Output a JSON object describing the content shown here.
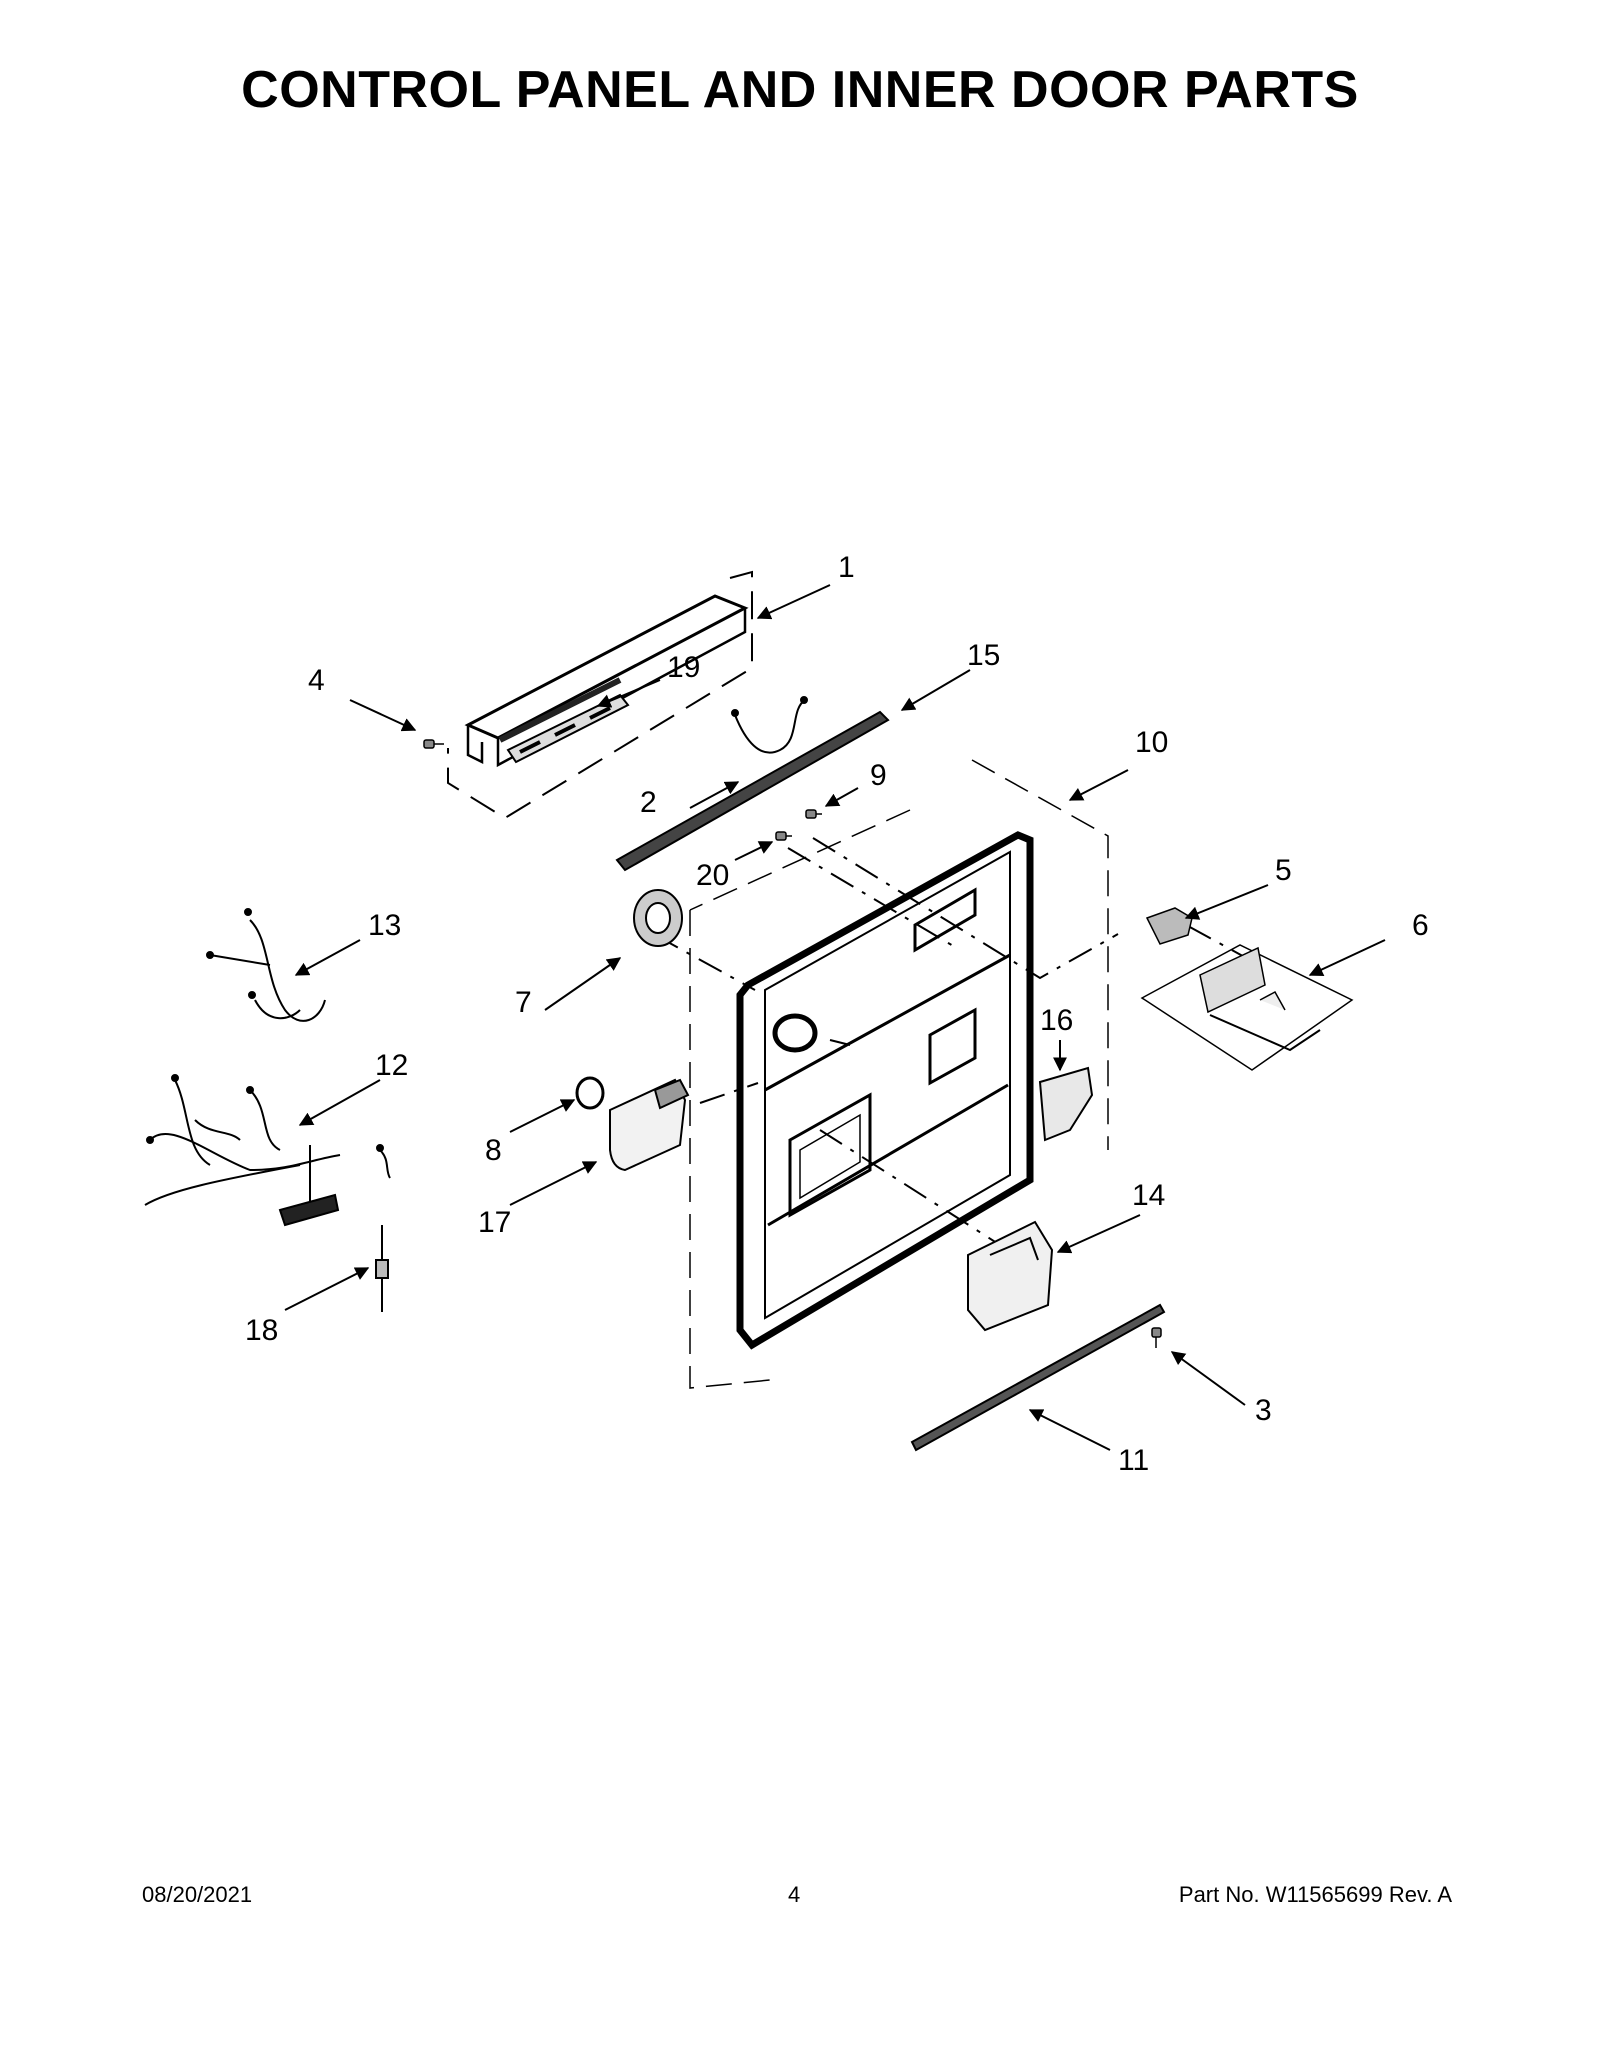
{
  "title": "CONTROL PANEL AND INNER DOOR PARTS",
  "callouts": {
    "c1": "1",
    "c2": "2",
    "c3": "3",
    "c4": "4",
    "c5": "5",
    "c6": "6",
    "c7": "7",
    "c8": "8",
    "c9": "9",
    "c10": "10",
    "c11": "11",
    "c12": "12",
    "c13": "13",
    "c14": "14",
    "c15": "15",
    "c16": "16",
    "c17": "17",
    "c18": "18",
    "c19": "19",
    "c20": "20"
  },
  "footer": {
    "date": "08/20/2021",
    "page": "4",
    "part": "Part No.  W11565699  Rev.  A"
  }
}
